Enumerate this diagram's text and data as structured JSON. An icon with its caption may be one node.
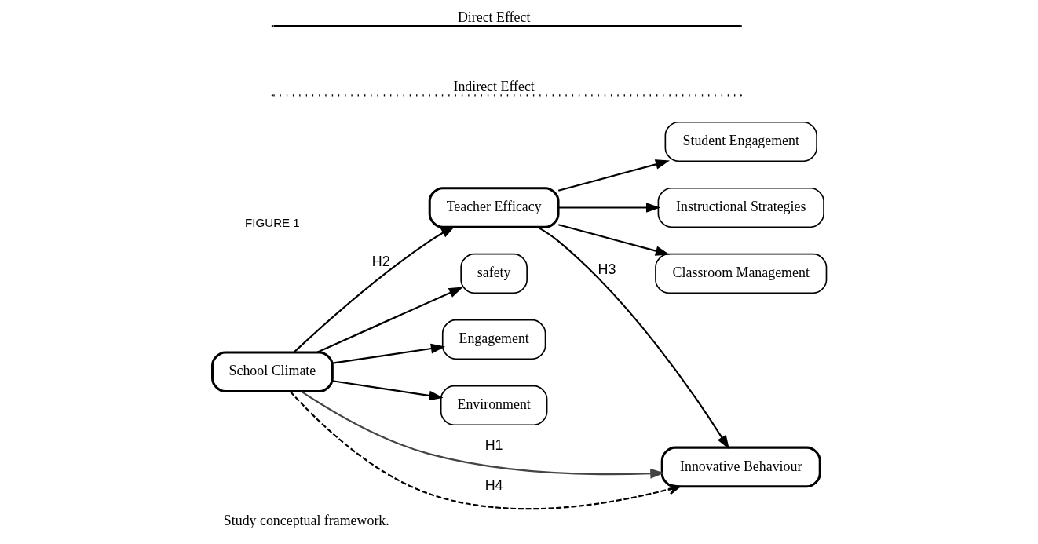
{
  "diagram": {
    "caption": "Study conceptual framework.",
    "nodes": [
      {
        "text": [
          "Student Engagement"
        ]
      },
      {
        "text": [
          "Instructional Strategies"
        ]
      },
      {
        "text": [
          "Classroom Management"
        ]
      },
      {
        "text": [
          "Teacher Efficacy"
        ]
      },
      {
        "text": [
          "safety"
        ]
      },
      {
        "text": [
          "Engagement"
        ]
      },
      {
        "text": [
          "Environment"
        ]
      },
      {
        "text": [
          "School Climate"
        ]
      },
      {
        "text": [
          "Innovative Behaviour"
        ]
      }
    ],
    "edges": [
      {
        "from": 3,
        "to": 0,
        "arrow": "to"
      },
      {
        "from": 3,
        "to": 1,
        "arrow": "to"
      },
      {
        "from": 3,
        "to": 2,
        "arrow": "to"
      },
      {
        "from": 7,
        "to": 3,
        "arrow": "to",
        "label": "H2"
      },
      {
        "from": 3,
        "to": 8,
        "arrow": "to",
        "label": "H3"
      },
      {
        "from": 7,
        "to": 4,
        "arrow": "to"
      },
      {
        "from": 7,
        "to": 5,
        "arrow": "to"
      },
      {
        "from": 7,
        "to": 6,
        "arrow": "to"
      },
      {
        "from": 7,
        "to": 8,
        "arrow": "to",
        "label": "H1",
        "color": "#444444"
      },
      {
        "from": 7,
        "to": 8,
        "arrow": "to",
        "label": "H4",
        "style": "dashed"
      }
    ],
    "labels": [
      "FIGURE 1"
    ],
    "legend": [
      {
        "text": "Direct Effect"
      },
      {
        "text": "Indirect Effect"
      }
    ]
  }
}
